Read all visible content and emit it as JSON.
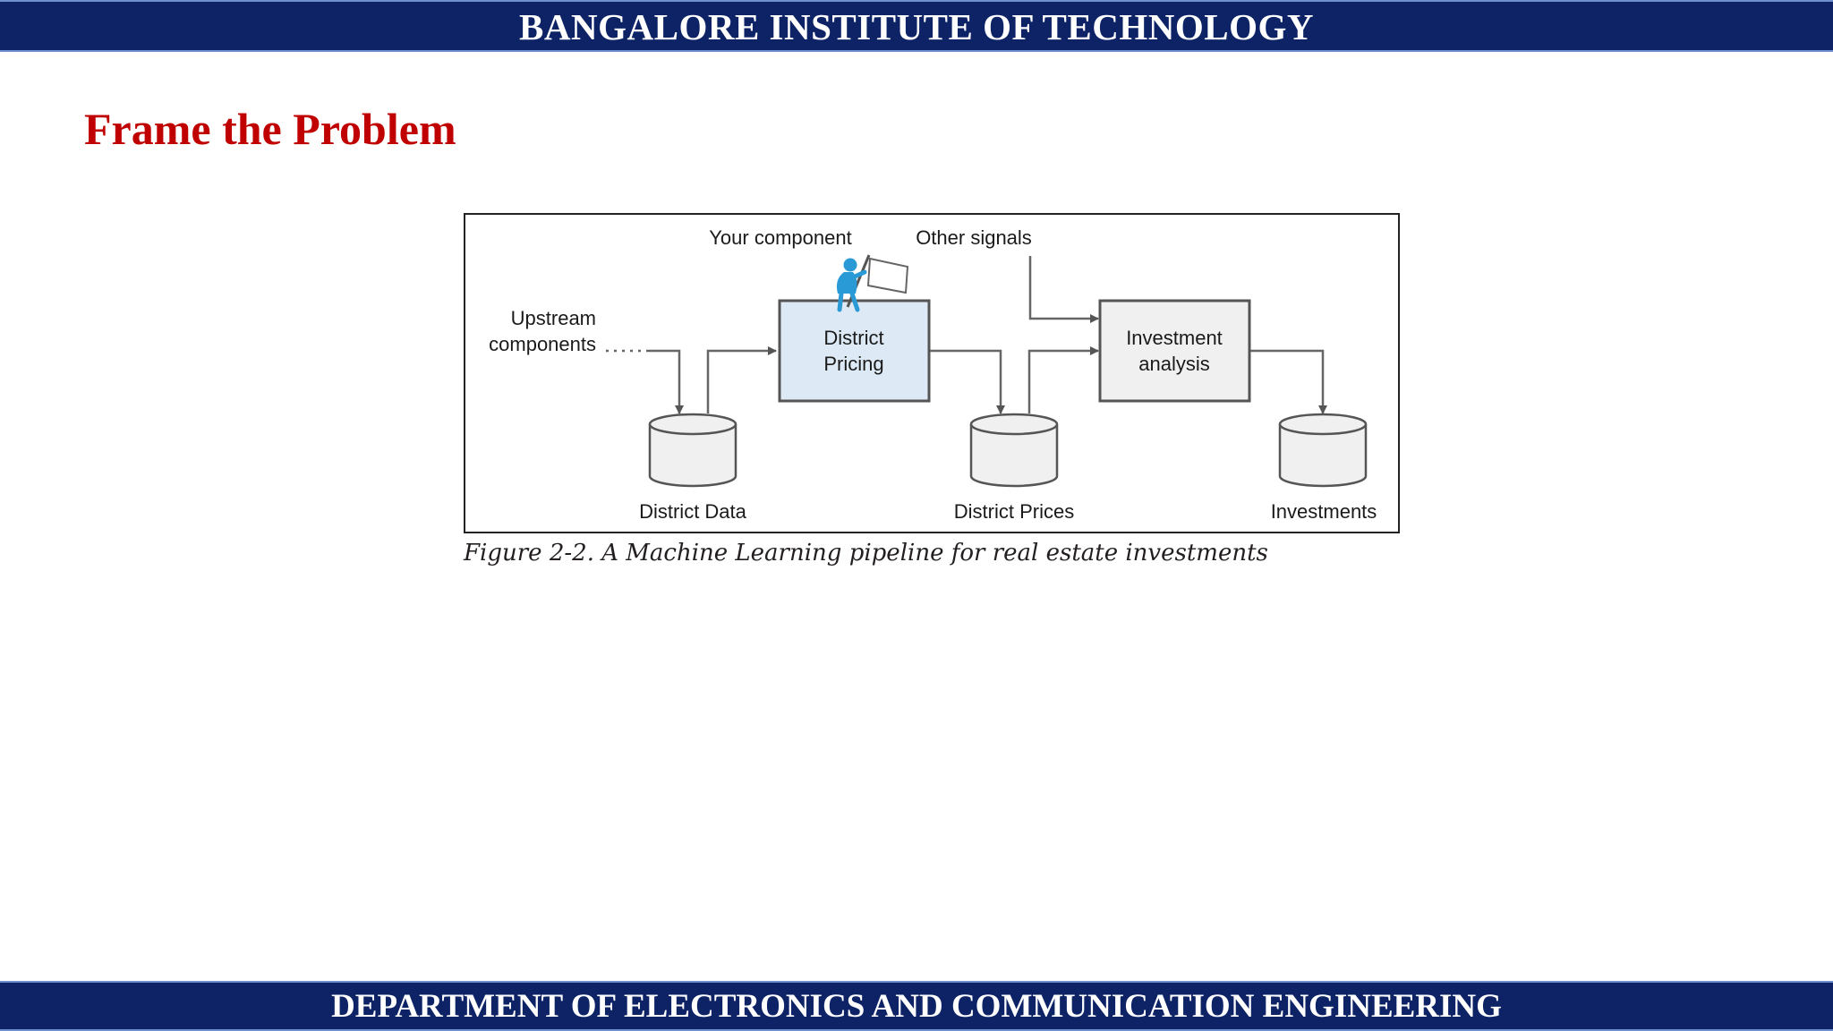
{
  "header": {
    "institute": "BANGALORE INSTITUTE OF TECHNOLOGY"
  },
  "slide": {
    "title": "Frame the Problem"
  },
  "figure": {
    "labels": {
      "your_component": "Your component",
      "other_signals": "Other signals",
      "upstream_line1": "Upstream",
      "upstream_line2": "components",
      "district_pricing_line1": "District",
      "district_pricing_line2": "Pricing",
      "investment_line1": "Investment",
      "investment_line2": "analysis",
      "district_data": "District Data",
      "district_prices": "District Prices",
      "investments": "Investments"
    },
    "caption": "Figure 2-2. A Machine Learning pipeline for real estate investments",
    "colors": {
      "highlight_fill": "#dde9f5",
      "box_fill": "#f0f0f0",
      "figure_blue": "#2a9ad6"
    }
  },
  "footer": {
    "department": "DEPARTMENT OF ELECTRONICS AND COMMUNICATION ENGINEERING"
  }
}
